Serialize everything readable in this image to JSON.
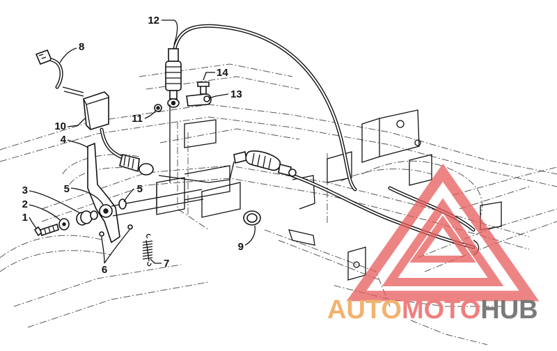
{
  "callouts": [
    {
      "id": "1",
      "label": "1"
    },
    {
      "id": "2",
      "label": "2"
    },
    {
      "id": "3",
      "label": "3"
    },
    {
      "id": "4",
      "label": "4"
    },
    {
      "id": "5a",
      "label": "5"
    },
    {
      "id": "5b",
      "label": "5"
    },
    {
      "id": "6",
      "label": "6"
    },
    {
      "id": "7",
      "label": "7"
    },
    {
      "id": "8",
      "label": "8"
    },
    {
      "id": "9",
      "label": "9"
    },
    {
      "id": "10",
      "label": "10"
    },
    {
      "id": "11",
      "label": "11"
    },
    {
      "id": "12",
      "label": "12"
    },
    {
      "id": "13",
      "label": "13"
    },
    {
      "id": "14",
      "label": "14"
    }
  ],
  "watermark": {
    "part1": "AUTO",
    "part2": "MOTO",
    "part3": "HUB",
    "color_part1": "#f2b36f",
    "color_part2": "#ef7f7f",
    "color_part3": "#7a7a7a",
    "logo_color": "#e85c5c"
  }
}
